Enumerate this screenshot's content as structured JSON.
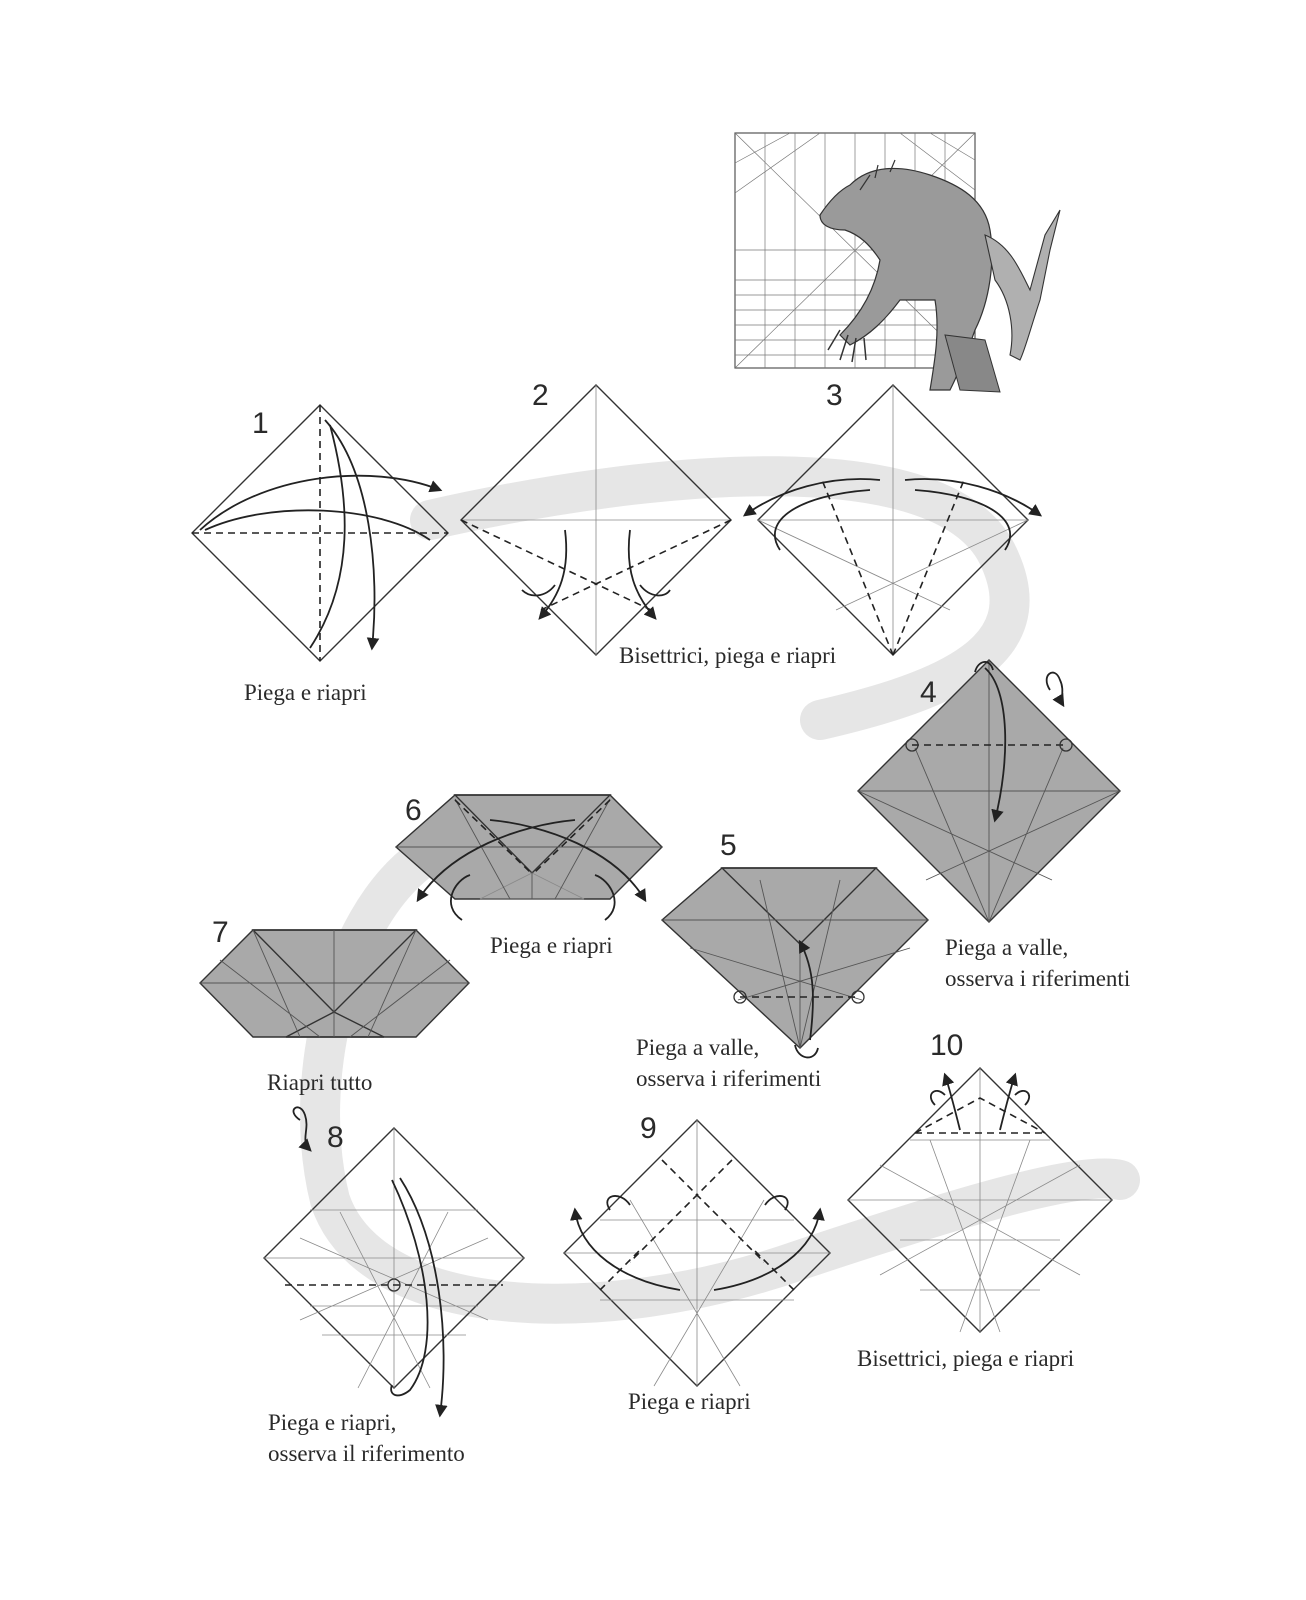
{
  "steps": [
    {
      "number": "1",
      "caption": [
        "Piega e riapri"
      ]
    },
    {
      "number": "2",
      "caption": []
    },
    {
      "number": "3",
      "caption": []
    },
    {
      "number": "4",
      "caption": [
        "Piega a valle,",
        "osserva i riferimenti"
      ]
    },
    {
      "number": "5",
      "caption": [
        "Piega a valle,",
        "osserva i riferimenti"
      ]
    },
    {
      "number": "6",
      "caption": [
        "Piega e riapri"
      ]
    },
    {
      "number": "7",
      "caption": [
        "Riapri tutto"
      ]
    },
    {
      "number": "8",
      "caption": [
        "Piega e riapri,",
        "osserva il riferimento"
      ]
    },
    {
      "number": "9",
      "caption": [
        "Piega e riapri"
      ]
    },
    {
      "number": "10",
      "caption": [
        "Bisettrici, piega e riapri"
      ]
    }
  ],
  "shared_caption_2_3": "Bisettrici, piega e riapri",
  "colors": {
    "paper_shaded": "#a9a9a9",
    "line": "#333333",
    "background_swoosh": "#e6e6e6"
  },
  "icons": [
    "valley-fold-arrow",
    "turn-over-icon",
    "reference-point-circle",
    "finished-model-illustration"
  ]
}
